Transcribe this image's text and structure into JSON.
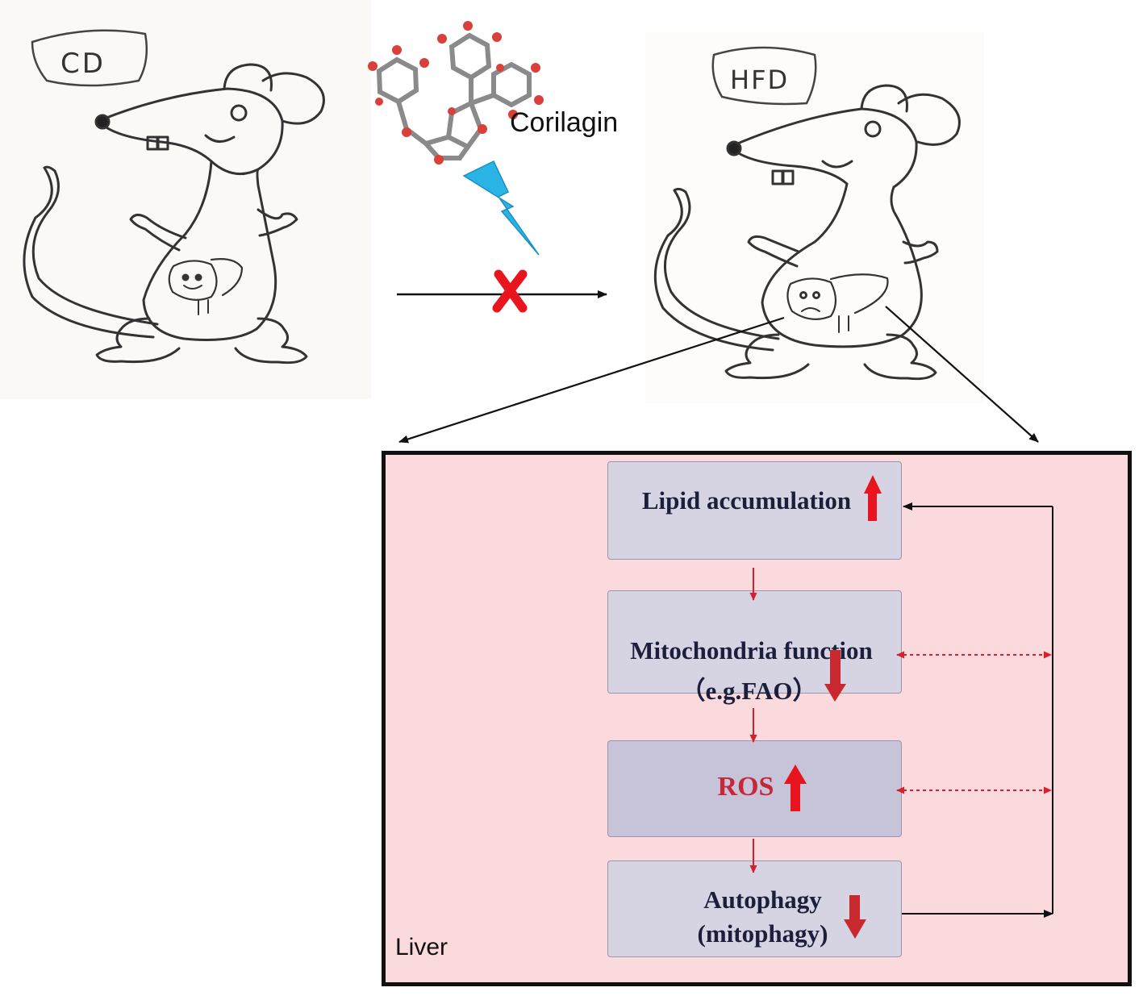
{
  "labels": {
    "control_diet": "CD",
    "high_fat_diet": "HFD",
    "compound": "Corilagin",
    "organ": "Liver"
  },
  "boxes": {
    "lipid": "Lipid accumulation",
    "mito_line1": "Mitochondria function",
    "mito_line2": "（e.g.FAO）",
    "ros": "ROS",
    "autophagy_line1": "Autophagy",
    "autophagy_line2": "(mitophagy)"
  },
  "changes": {
    "lipid": "up",
    "mitochondria": "down",
    "ros": "up",
    "autophagy": "down"
  },
  "colors": {
    "panel_bg": "#fadadd",
    "box_bg": "#d6d3e2",
    "ros_text": "#c62839",
    "arrow_red": "#e8141e",
    "bolt": "#29b6e8"
  }
}
